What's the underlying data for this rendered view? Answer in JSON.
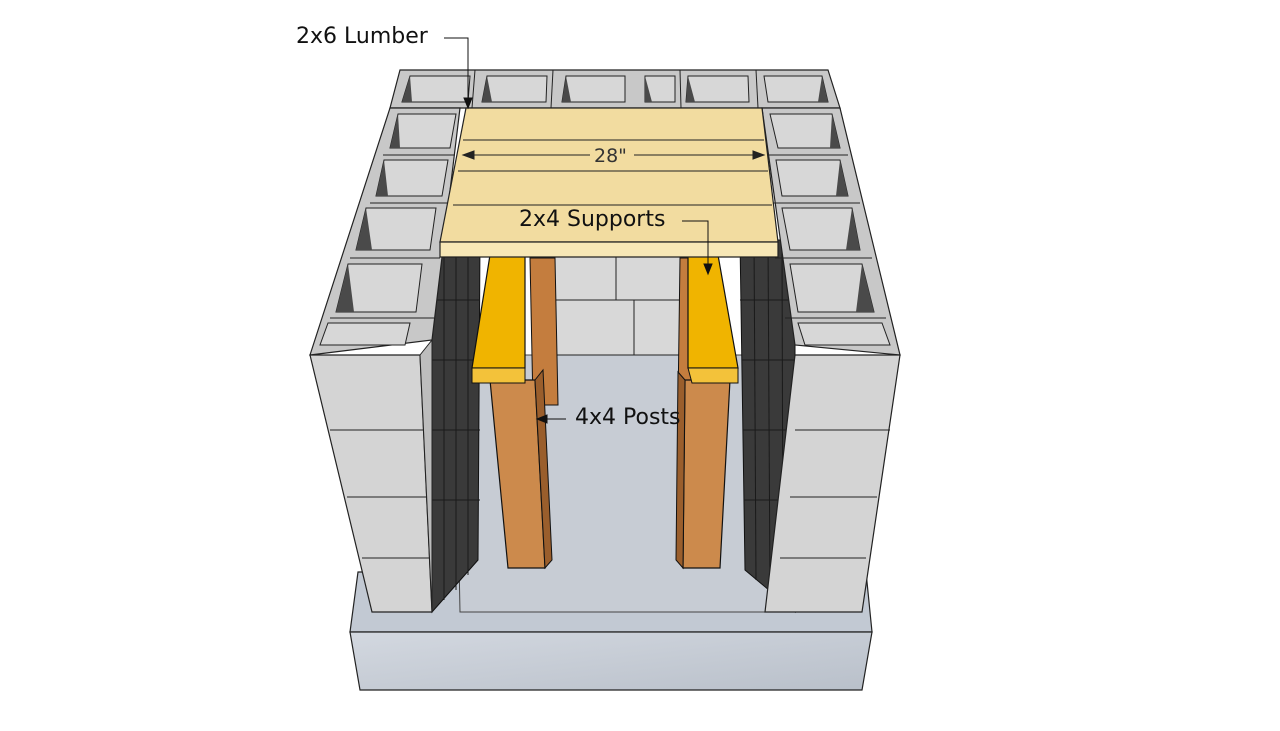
{
  "labels": {
    "lumber": "2x6 Lumber",
    "dimension": "28\"",
    "supports": "2x4 Supports",
    "posts": "4x4 Posts"
  },
  "colors": {
    "block_face": "#d4d4d4",
    "block_top": "#c8c8c8",
    "block_hole": "#5a5a5a",
    "block_shadow": "#3c3c3c",
    "lumber": "#f2dca0",
    "support": "#f0b400",
    "post": "#cc8a4c",
    "slab": "#c9d0da",
    "floor": "#c7ccd4"
  }
}
